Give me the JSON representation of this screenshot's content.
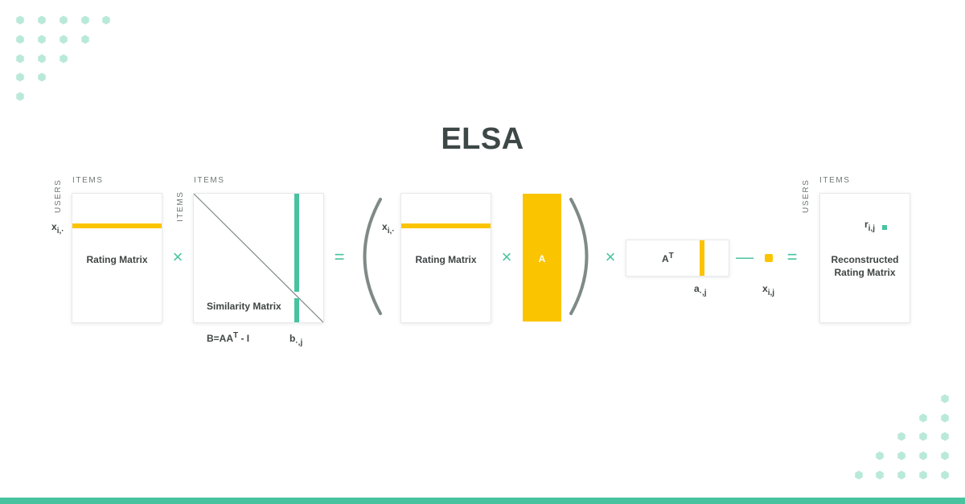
{
  "title": "ELSA",
  "axes": {
    "items": "ITEMS",
    "users": "USERS"
  },
  "rating_matrix": {
    "label": "Rating Matrix",
    "row_label_base": "x",
    "row_label_sub": "i,·"
  },
  "similarity_matrix": {
    "label": "Similarity Matrix",
    "formula_a": "B=AA",
    "formula_sup": "T",
    "formula_b": " - I",
    "col_label_base": "b",
    "col_label_sub": "·,j"
  },
  "equation": {
    "rating_matrix_label": "Rating Matrix",
    "row_label_base": "x",
    "row_label_sub": "i,·",
    "a_label": "A",
    "at_base": "A",
    "at_sup": "T",
    "a_col_base": "a",
    "a_col_sub": "·,j",
    "x_base": "x",
    "x_sub": "i,j"
  },
  "reconstructed": {
    "label_line1": "Reconstructed",
    "label_line2": "Rating Matrix",
    "cell_base": "r",
    "cell_sub": "i,j"
  },
  "operators": {
    "times": "×",
    "equals": "=",
    "minus": "—"
  },
  "colors": {
    "accent_green": "#48c3a0",
    "accent_yellow": "#fbc400",
    "paren_gray": "#7f8a88",
    "text_dark": "#3d4746",
    "hex_light": "#b9e9d9"
  }
}
